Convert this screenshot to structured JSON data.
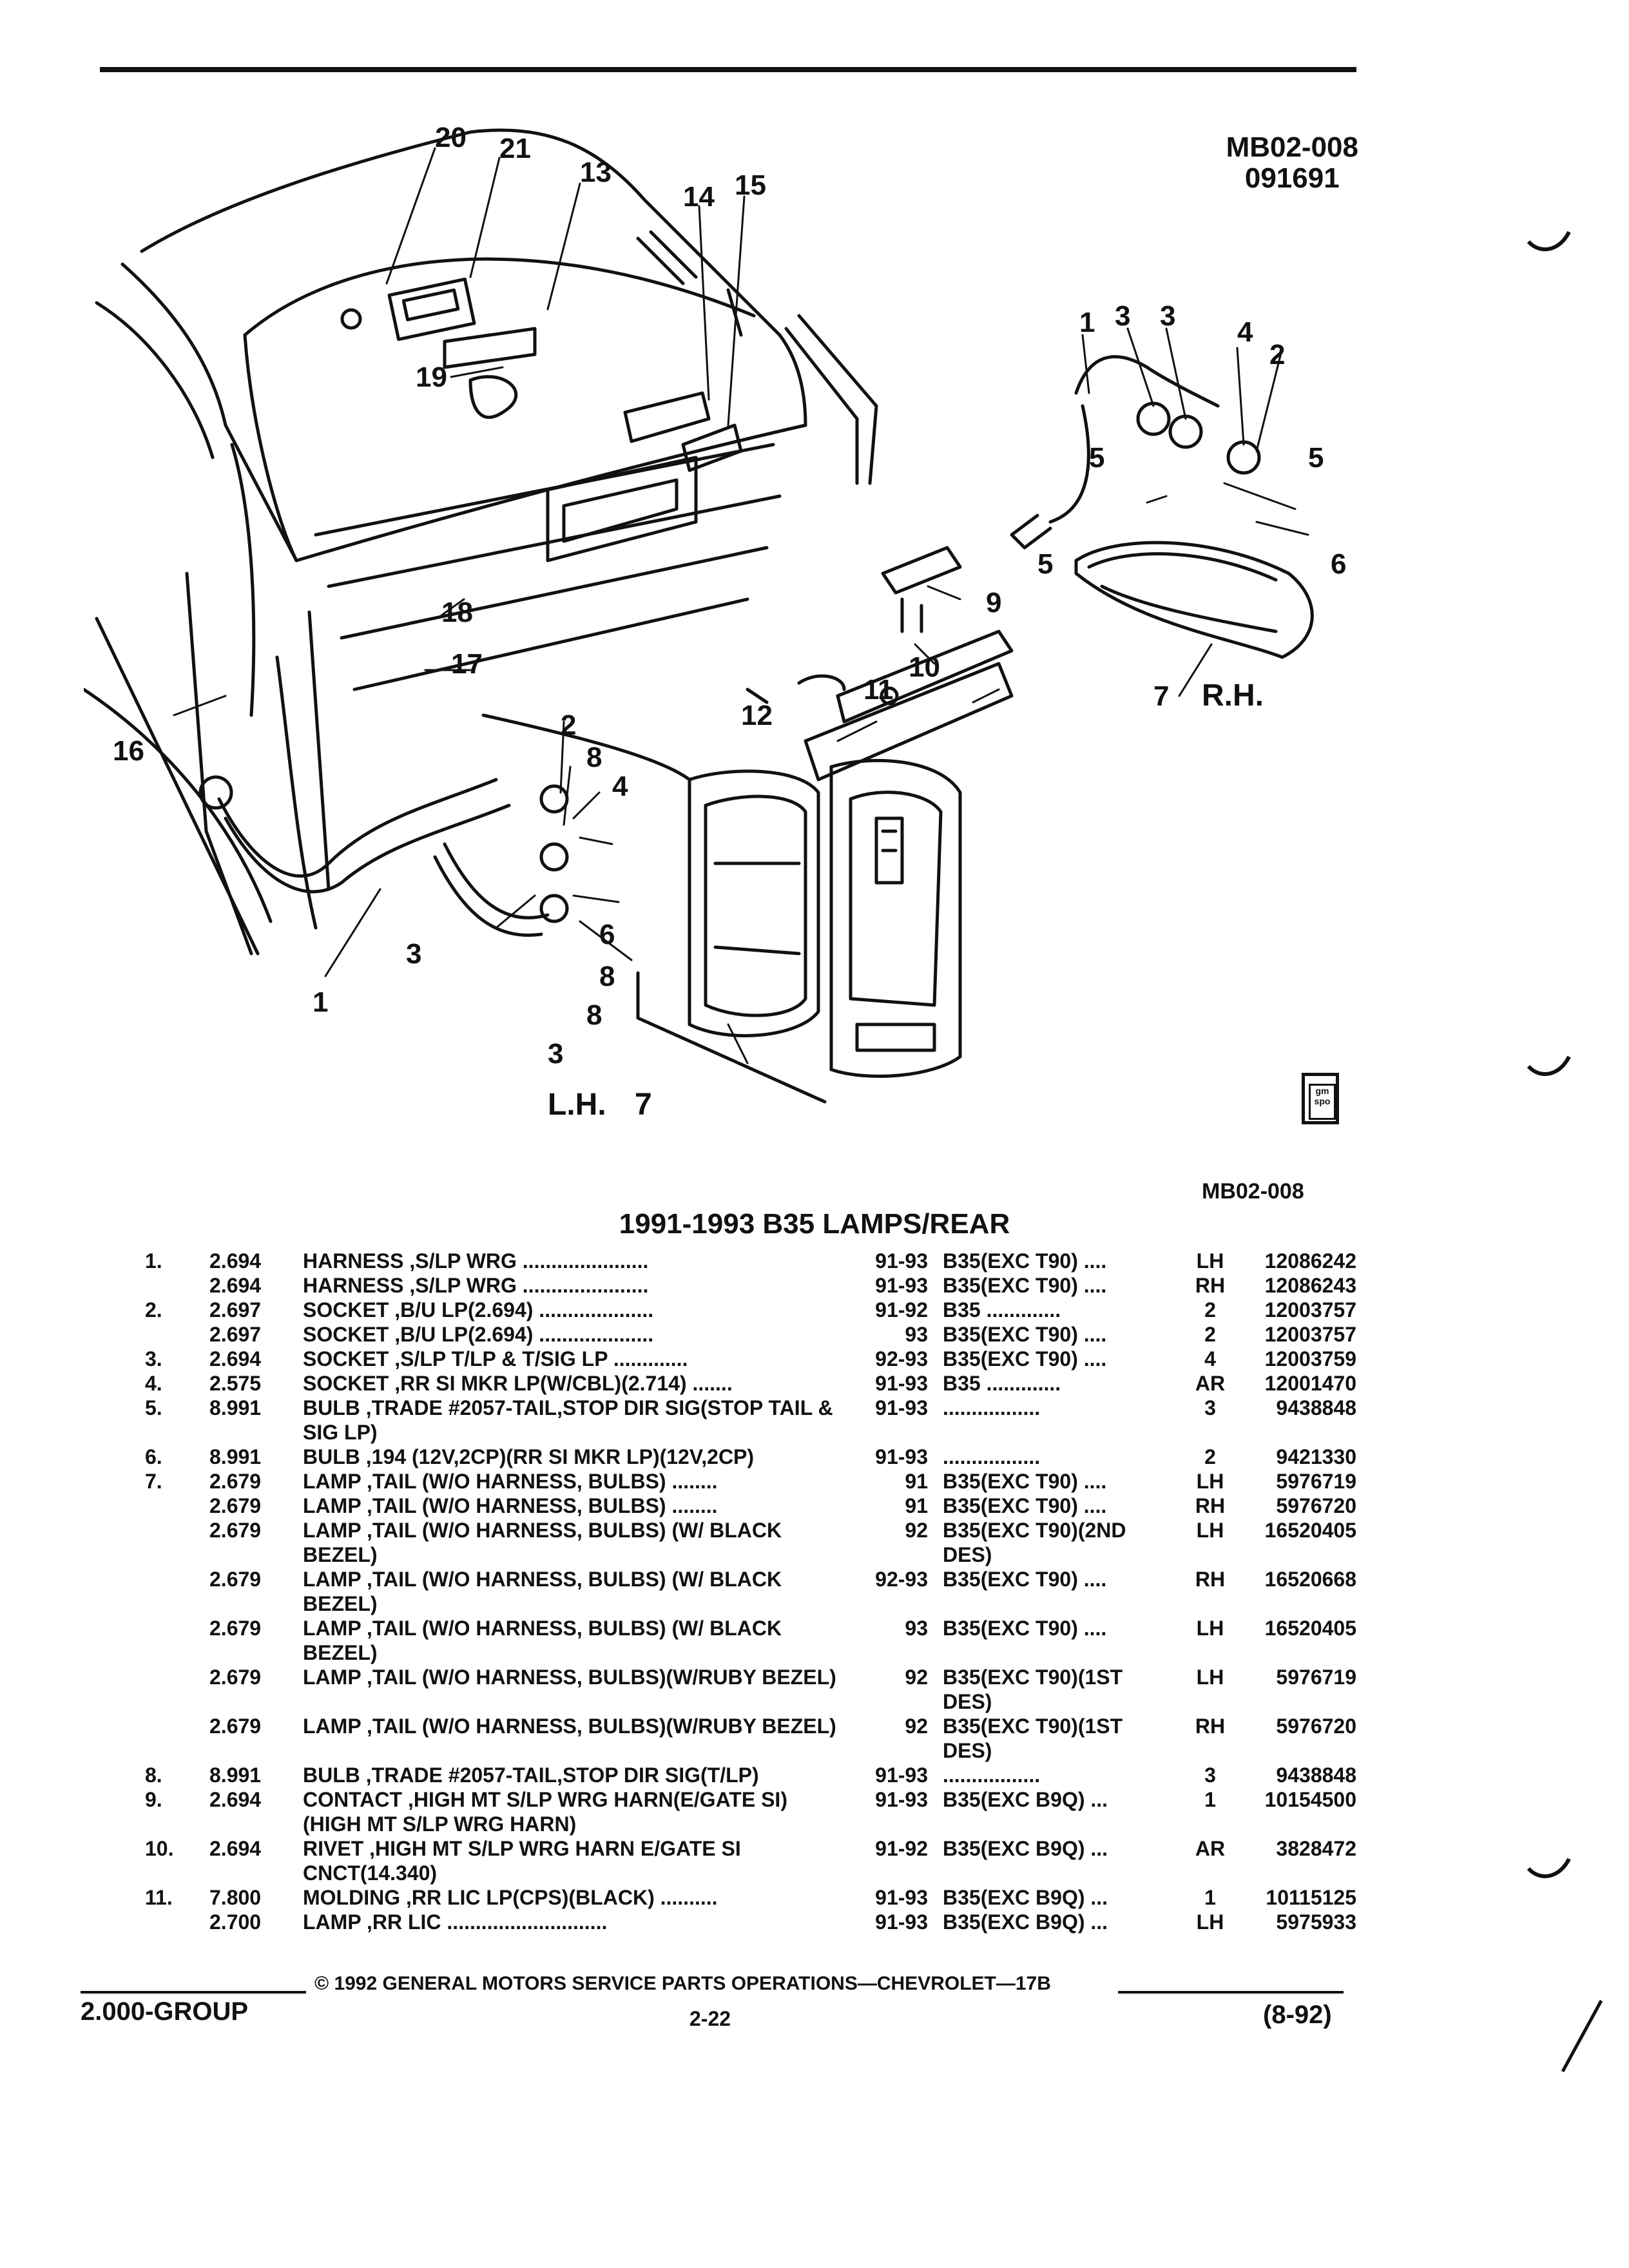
{
  "header": {
    "ref_code": "MB02-008",
    "ref_date": "091691"
  },
  "illustration": {
    "callouts": [
      "20",
      "21",
      "13",
      "14",
      "15",
      "19",
      "18",
      "17",
      "16",
      "2",
      "8",
      "4",
      "6",
      "3",
      "8",
      "8",
      "3",
      "1",
      "1",
      "3",
      "3",
      "4",
      "2",
      "5",
      "5",
      "5",
      "6",
      "9",
      "10",
      "11",
      "12",
      "7"
    ],
    "side_labels": {
      "left": "L.H.",
      "left_num": "7",
      "right_num": "7",
      "right": "R.H."
    }
  },
  "badge": {
    "text": "gm spo"
  },
  "ref_code_lower": "MB02-008",
  "title": "1991-1993 B35 LAMPS/REAR",
  "parts": [
    {
      "num": "1.",
      "grp": "2.694",
      "desc": "HARNESS ,S/LP WRG ......................",
      "yr": "91-93",
      "mdl": "B35(EXC T90) ....",
      "qty": "LH",
      "pn": "12086242"
    },
    {
      "num": "",
      "grp": "2.694",
      "desc": "HARNESS ,S/LP WRG ......................",
      "yr": "91-93",
      "mdl": "B35(EXC T90) ....",
      "qty": "RH",
      "pn": "12086243"
    },
    {
      "num": "2.",
      "grp": "2.697",
      "desc": "SOCKET ,B/U LP(2.694) ....................",
      "yr": "91-92",
      "mdl": "B35 .............",
      "qty": "2",
      "pn": "12003757"
    },
    {
      "num": "",
      "grp": "2.697",
      "desc": "SOCKET ,B/U LP(2.694) ....................",
      "yr": "93",
      "mdl": "B35(EXC T90) ....",
      "qty": "2",
      "pn": "12003757"
    },
    {
      "num": "3.",
      "grp": "2.694",
      "desc": "SOCKET ,S/LP T/LP & T/SIG LP .............",
      "yr": "92-93",
      "mdl": "B35(EXC T90) ....",
      "qty": "4",
      "pn": "12003759"
    },
    {
      "num": "4.",
      "grp": "2.575",
      "desc": "SOCKET ,RR SI MKR LP(W/CBL)(2.714) .......",
      "yr": "91-93",
      "mdl": "B35 .............",
      "qty": "AR",
      "pn": "12001470"
    },
    {
      "num": "5.",
      "grp": "8.991",
      "desc": "BULB ,TRADE #2057-TAIL,STOP DIR SIG(STOP TAIL & SIG LP)",
      "yr": "91-93",
      "mdl": ".................",
      "qty": "3",
      "pn": "9438848",
      "two": true
    },
    {
      "num": "6.",
      "grp": "8.991",
      "desc": "BULB ,194 (12V,2CP)(RR SI MKR LP)(12V,2CP)",
      "yr": "91-93",
      "mdl": ".................",
      "qty": "2",
      "pn": "9421330"
    },
    {
      "num": "7.",
      "grp": "2.679",
      "desc": "LAMP ,TAIL (W/O HARNESS, BULBS) ........",
      "yr": "91",
      "mdl": "B35(EXC T90) ....",
      "qty": "LH",
      "pn": "5976719"
    },
    {
      "num": "",
      "grp": "2.679",
      "desc": "LAMP ,TAIL (W/O HARNESS, BULBS) ........",
      "yr": "91",
      "mdl": "B35(EXC T90) ....",
      "qty": "RH",
      "pn": "5976720"
    },
    {
      "num": "",
      "grp": "2.679",
      "desc": "LAMP ,TAIL (W/O HARNESS, BULBS) (W/ BLACK BEZEL)",
      "yr": "92",
      "mdl": "B35(EXC T90)(2ND DES)",
      "qty": "LH",
      "pn": "16520405",
      "two": true
    },
    {
      "num": "",
      "grp": "2.679",
      "desc": "LAMP ,TAIL (W/O HARNESS, BULBS) (W/ BLACK BEZEL)",
      "yr": "92-93",
      "mdl": "B35(EXC T90) ....",
      "qty": "RH",
      "pn": "16520668",
      "two": true
    },
    {
      "num": "",
      "grp": "2.679",
      "desc": "LAMP ,TAIL (W/O HARNESS, BULBS) (W/ BLACK BEZEL)",
      "yr": "93",
      "mdl": "B35(EXC T90) ....",
      "qty": "LH",
      "pn": "16520405",
      "two": true
    },
    {
      "num": "",
      "grp": "2.679",
      "desc": "LAMP ,TAIL (W/O HARNESS, BULBS)(W/RUBY BEZEL)",
      "yr": "92",
      "mdl": "B35(EXC T90)(1ST DES)",
      "qty": "LH",
      "pn": "5976719",
      "two": true
    },
    {
      "num": "",
      "grp": "2.679",
      "desc": "LAMP ,TAIL (W/O HARNESS, BULBS)(W/RUBY BEZEL)",
      "yr": "92",
      "mdl": "B35(EXC T90)(1ST DES)",
      "qty": "RH",
      "pn": "5976720",
      "two": true
    },
    {
      "num": "8.",
      "grp": "8.991",
      "desc": "BULB ,TRADE #2057-TAIL,STOP DIR SIG(T/LP)",
      "yr": "91-93",
      "mdl": ".................",
      "qty": "3",
      "pn": "9438848"
    },
    {
      "num": "9.",
      "grp": "2.694",
      "desc": "CONTACT ,HIGH MT S/LP WRG HARN(E/GATE SI)(HIGH MT S/LP WRG HARN)",
      "yr": "91-93",
      "mdl": "B35(EXC B9Q) ...",
      "qty": "1",
      "pn": "10154500",
      "two": true
    },
    {
      "num": "10.",
      "grp": "2.694",
      "desc": "RIVET ,HIGH MT S/LP WRG HARN E/GATE SI CNCT(14.340)",
      "yr": "91-92",
      "mdl": "B35(EXC B9Q) ...",
      "qty": "AR",
      "pn": "3828472",
      "two": true
    },
    {
      "num": "11.",
      "grp": "7.800",
      "desc": "MOLDING ,RR LIC LP(CPS)(BLACK) ..........",
      "yr": "91-93",
      "mdl": "B35(EXC B9Q) ...",
      "qty": "1",
      "pn": "10115125"
    },
    {
      "num": "",
      "grp": "2.700",
      "desc": "LAMP ,RR LIC ............................",
      "yr": "91-93",
      "mdl": "B35(EXC B9Q) ...",
      "qty": "LH",
      "pn": "5975933"
    }
  ],
  "footer": {
    "copyright": "© 1992 GENERAL MOTORS SERVICE PARTS OPERATIONS—CHEVROLET—17B",
    "group": "2.000-GROUP",
    "page": "2-22",
    "date": "(8-92)"
  }
}
